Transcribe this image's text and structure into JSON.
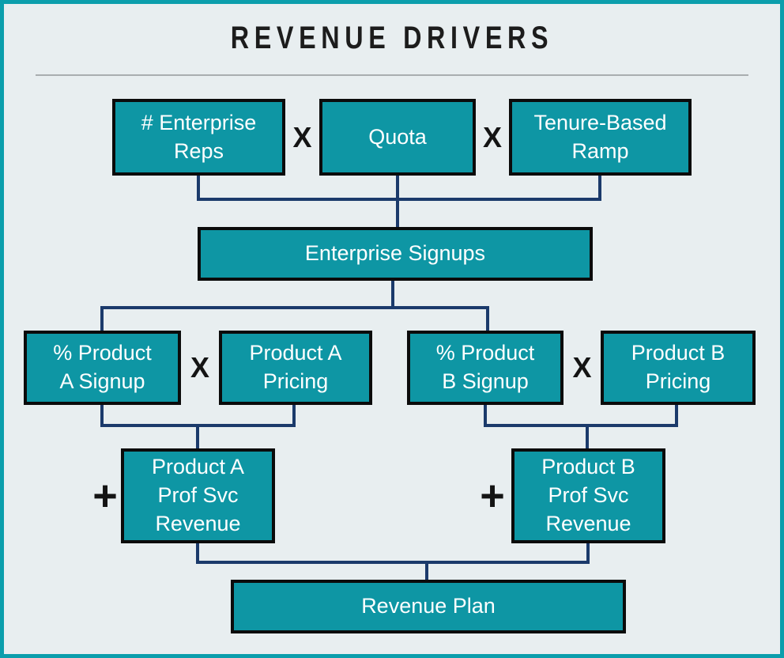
{
  "page": {
    "title": "REVENUE DRIVERS",
    "colors": {
      "background": "#e8eef0",
      "frame": "#0b9eac",
      "box_fill": "#0e96a4",
      "box_border": "#0b0b0b",
      "box_text": "#ffffff",
      "connector": "#1b3a6b",
      "title_text": "#1c1c1c",
      "operator": "#141414",
      "divider": "#a9aeb0"
    }
  },
  "operators": {
    "multiply": "X",
    "add": "+"
  },
  "diagram": {
    "level1": [
      {
        "label": "# Enterprise\nReps"
      },
      {
        "label": "Quota"
      },
      {
        "label": "Tenure-Based\nRamp"
      }
    ],
    "level2": {
      "label": "Enterprise Signups"
    },
    "level3": [
      {
        "label": "% Product\nA Signup"
      },
      {
        "label": "Product A\nPricing"
      },
      {
        "label": "% Product\nB Signup"
      },
      {
        "label": "Product B\nPricing"
      }
    ],
    "level4": [
      {
        "label": "Product A\nProf Svc\nRevenue"
      },
      {
        "label": "Product B\nProf Svc\nRevenue"
      }
    ],
    "level5": {
      "label": "Revenue Plan"
    }
  }
}
